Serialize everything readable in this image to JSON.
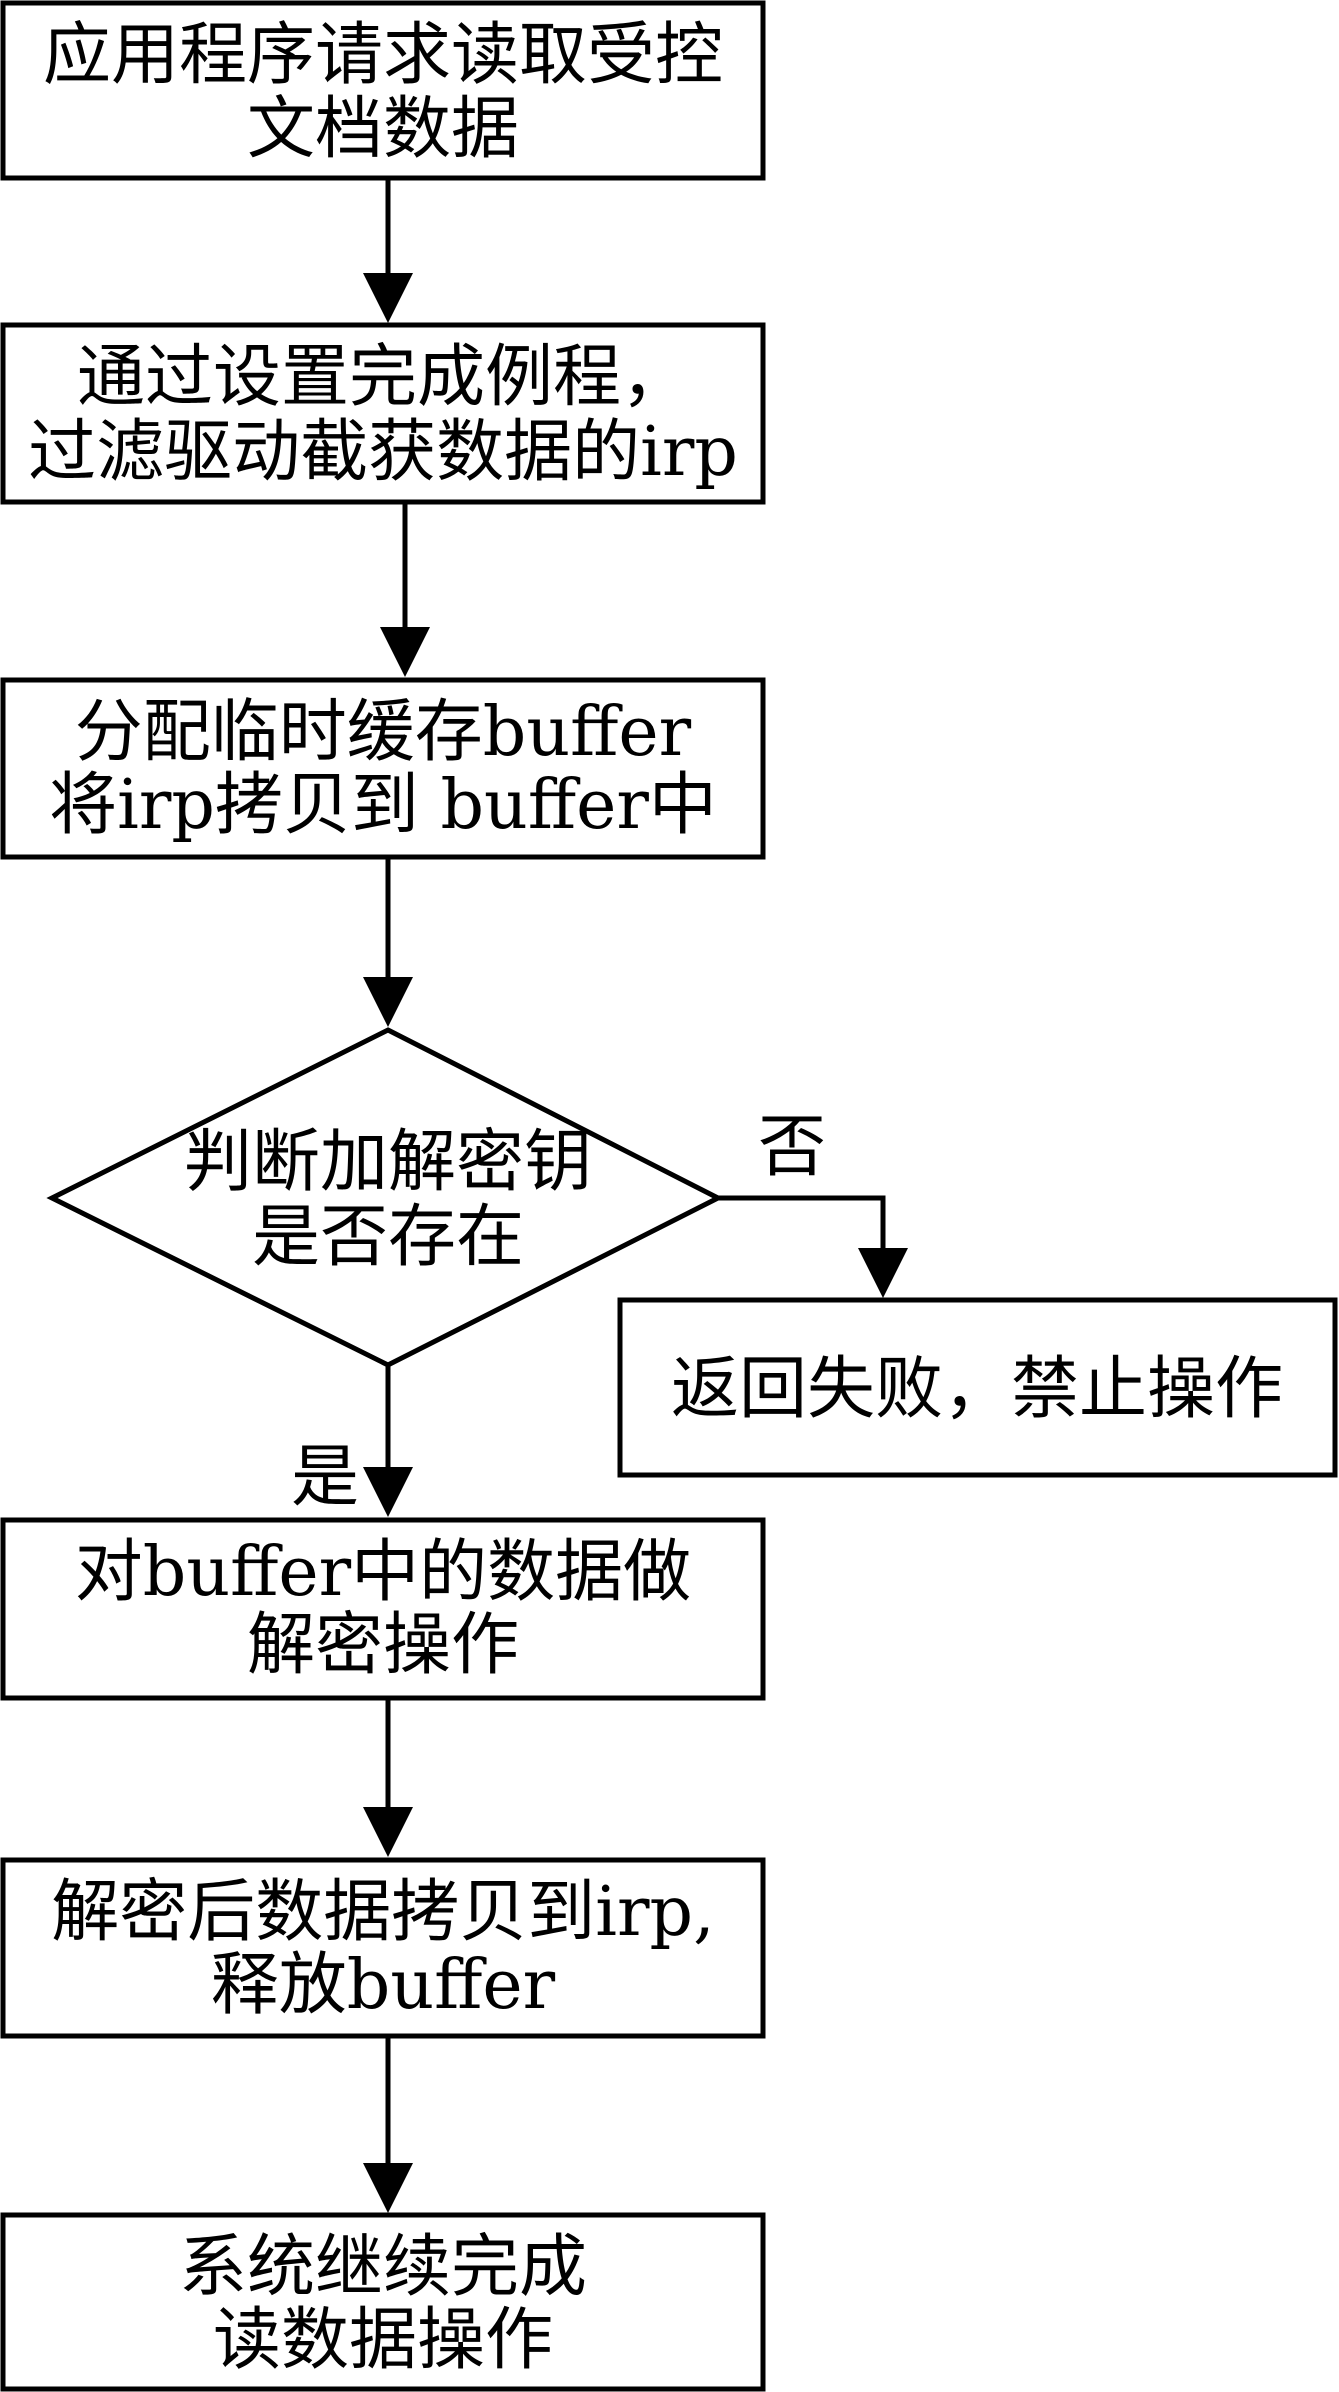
{
  "diagram": {
    "nodes": [
      {
        "id": "n1",
        "shape": "rect",
        "lines": [
          "应用程序请求读取受控",
          "文档数据"
        ]
      },
      {
        "id": "n2",
        "shape": "rect",
        "lines": [
          "通过设置完成例程，",
          "过滤驱动截获数据的irp"
        ]
      },
      {
        "id": "n3",
        "shape": "rect",
        "lines": [
          "分配临时缓存buffer",
          "将irp拷贝到 buffer中"
        ]
      },
      {
        "id": "n4",
        "shape": "diamond",
        "lines": [
          "判断加解密钥",
          "是否存在"
        ]
      },
      {
        "id": "n5",
        "shape": "rect",
        "lines": [
          "返回失败，禁止操作"
        ]
      },
      {
        "id": "n6",
        "shape": "rect",
        "lines": [
          "对buffer中的数据做",
          "解密操作"
        ]
      },
      {
        "id": "n7",
        "shape": "rect",
        "lines": [
          "解密后数据拷贝到irp,",
          "释放buffer"
        ]
      },
      {
        "id": "n8",
        "shape": "rect",
        "lines": [
          "系统继续完成",
          "读数据操作"
        ]
      }
    ],
    "edges": [
      {
        "from": "n1",
        "to": "n2",
        "label": ""
      },
      {
        "from": "n2",
        "to": "n3",
        "label": ""
      },
      {
        "from": "n3",
        "to": "n4",
        "label": ""
      },
      {
        "from": "n4",
        "to": "n5",
        "label": "否"
      },
      {
        "from": "n4",
        "to": "n6",
        "label": "是"
      },
      {
        "from": "n6",
        "to": "n7",
        "label": ""
      },
      {
        "from": "n7",
        "to": "n8",
        "label": ""
      }
    ],
    "colors": {
      "stroke": "#000000",
      "fill": "#ffffff",
      "text": "#000000"
    }
  }
}
